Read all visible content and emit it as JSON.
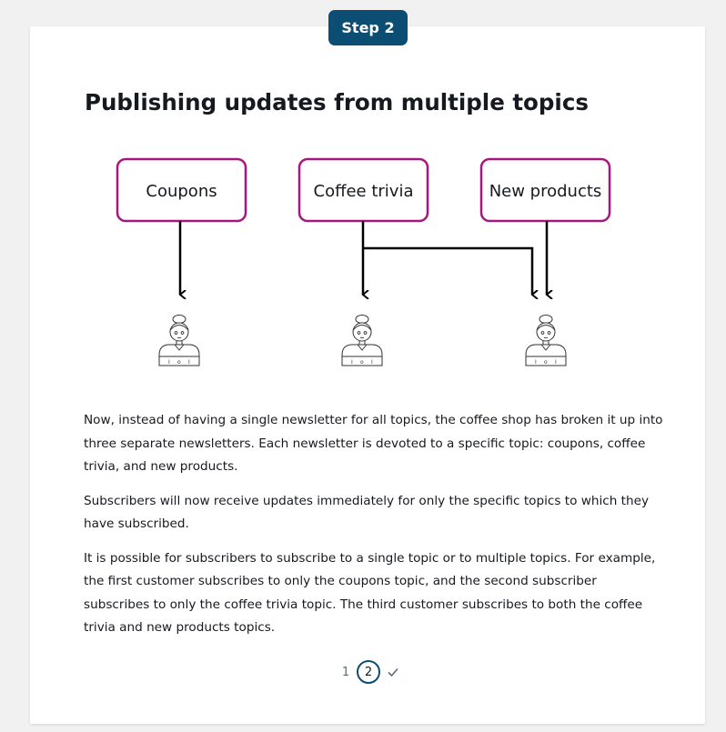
{
  "step_badge": "Step 2",
  "title": "Publishing updates from multiple topics",
  "topics": [
    "Coupons",
    "Coffee trivia",
    "New products"
  ],
  "paragraphs": [
    "Now, instead of having a single newsletter for all topics, the coffee shop has broken it up into three separate newsletters. Each newsletter is devoted to a specific topic: coupons, coffee trivia, and new products.",
    "Subscribers will now receive updates immediately for only the specific topics to which they have subscribed.",
    "It is possible for subscribers to subscribe to a single topic or to multiple topics. For example, the first customer subscribes to only the coupons topic, and the second subscriber subscribes to only the coffee trivia topic. The third customer subscribes to both the coffee trivia and new products topics."
  ],
  "pagination": {
    "page1": "1",
    "page2": "2",
    "done_icon": "checkmark-icon"
  },
  "colors": {
    "badge": "#0c4d73",
    "topic_border": "#a7167c",
    "text": "#16191f"
  }
}
